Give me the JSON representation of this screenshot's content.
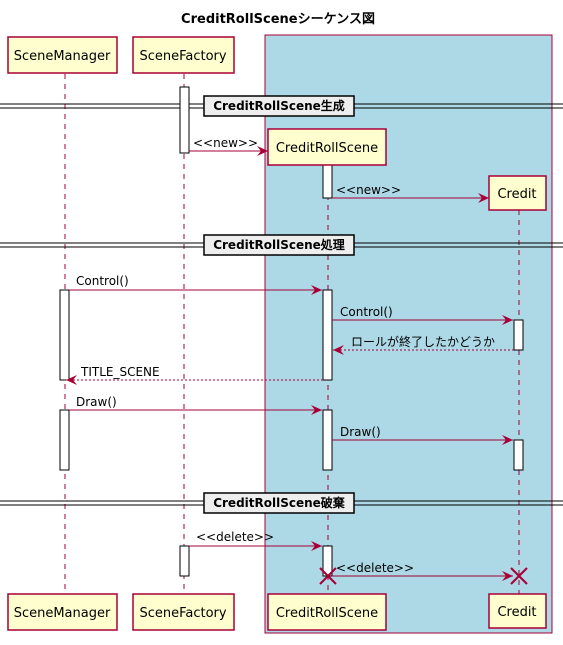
{
  "diagram": {
    "title": "CreditRollSceneシーケンス図",
    "participants": {
      "scene_manager": "SceneManager",
      "scene_factory": "SceneFactory",
      "credit_roll_scene": "CreditRollScene",
      "credit": "Credit"
    },
    "dividers": {
      "create": "CreditRollScene生成",
      "process": "CreditRollScene処理",
      "destroy": "CreditRollScene破棄"
    },
    "messages": {
      "new_scene": "<<new>>",
      "new_credit": "<<new>>",
      "control_1": "Control()",
      "control_2": "Control()",
      "roll_finished": "ロールが終了したかどうか",
      "title_scene": "TITLE_SCENE",
      "draw_1": "Draw()",
      "draw_2": "Draw()",
      "delete_scene": "<<delete>>",
      "delete_credit": "<<delete>>"
    },
    "colors": {
      "box_fill": "#ADD8E6",
      "box_border": "#A80036",
      "participant_fill": "#FEFECE",
      "participant_border": "#A80036",
      "arrow": "#A80036",
      "divider_fill": "#EEEEEE"
    }
  }
}
